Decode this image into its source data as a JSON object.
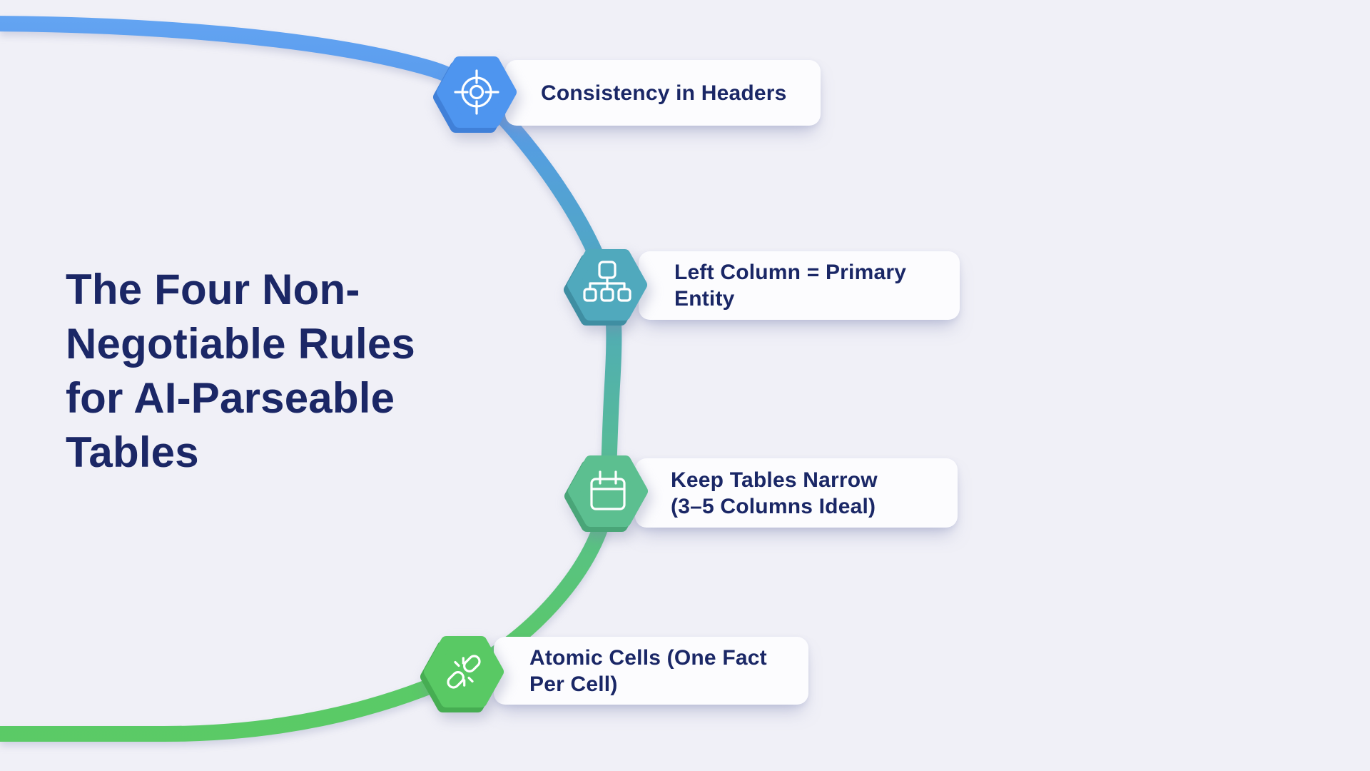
{
  "background_color": "#F0F0F7",
  "card_background": "#FCFCFE",
  "title": {
    "full": "The Four Non-Negotiable Rules for AI-Parseable Tables",
    "color": "#1B2766",
    "lines": [
      "The Four Non-",
      "Negotiable Rules",
      "for AI-Parseable",
      "Tables"
    ]
  },
  "steps": [
    {
      "label": "Consistency in Headers",
      "line1": "Consistency in Headers",
      "line2": "",
      "icon": "target-icon",
      "hex_color": "#4E95EF",
      "hex_edge": "#4080D8"
    },
    {
      "label": "Left Column = Primary Entity",
      "line1": "Left Column = Primary",
      "line2": "Entity",
      "icon": "hierarchy-icon",
      "hex_color": "#50A9BD",
      "hex_edge": "#3F8EA2"
    },
    {
      "label": "Keep Tables Narrow (3–5 Columns Ideal)",
      "line1": "Keep Tables Narrow",
      "line2": "(3–5 Columns Ideal)",
      "icon": "calendar-icon",
      "hex_color": "#5CBF90",
      "hex_edge": "#49A578"
    },
    {
      "label": "Atomic Cells (One Fact Per Cell)",
      "line1": "Atomic Cells (One Fact",
      "line2": "Per Cell)",
      "icon": "broken-link-icon",
      "hex_color": "#59C964",
      "hex_edge": "#46AD52"
    }
  ],
  "curve": {
    "description": "timeline path flowing from top-left through four hexagon nodes to bottom-left",
    "gradient_stops": [
      {
        "color": "#66A6F3"
      },
      {
        "color": "#579AEC"
      },
      {
        "color": "#4FA9BD"
      },
      {
        "color": "#58BF8E"
      },
      {
        "color": "#5AC967"
      },
      {
        "color": "#5BCB66"
      }
    ],
    "text_color": "#1A2766"
  }
}
